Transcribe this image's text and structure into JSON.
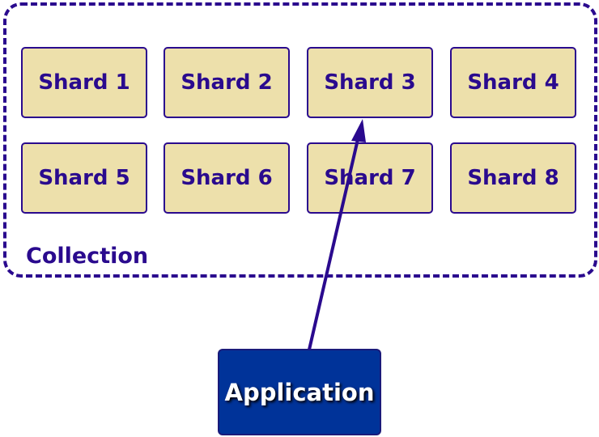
{
  "collection": {
    "label": "Collection"
  },
  "shards": [
    {
      "label": "Shard 1"
    },
    {
      "label": "Shard 2"
    },
    {
      "label": "Shard 3"
    },
    {
      "label": "Shard 4"
    },
    {
      "label": "Shard 5"
    },
    {
      "label": "Shard 6"
    },
    {
      "label": "Shard 7"
    },
    {
      "label": "Shard 8"
    }
  ],
  "application": {
    "label": "Application"
  },
  "colors": {
    "border": "#2a0a8e",
    "shard_fill": "#ede0ab",
    "app_fill": "#003399",
    "app_text": "#ffffff"
  }
}
